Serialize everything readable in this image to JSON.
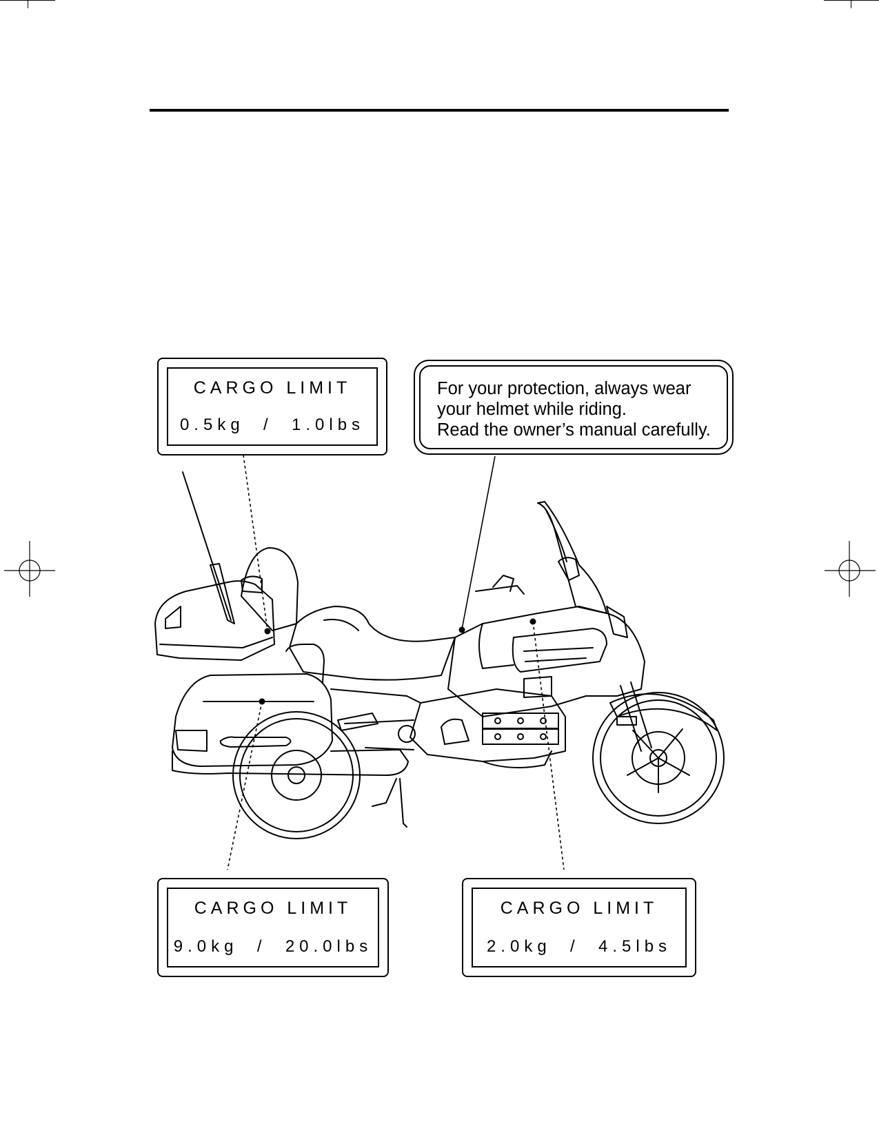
{
  "labels": {
    "rear_top": {
      "title": "CARGO LIMIT",
      "value": "0.5kg  /  1.0lbs"
    },
    "saddlebag": {
      "title": "CARGO LIMIT",
      "value": "9.0kg  /  20.0lbs"
    },
    "fairing": {
      "title": "CARGO LIMIT",
      "value": "2.0kg  /  4.5lbs"
    },
    "helmet": {
      "lines": [
        "For your protection, always wear",
        "your helmet while riding.",
        "Read the owner’s manual carefully."
      ]
    }
  },
  "illustration": {
    "icon": "motorcycle-line-drawing"
  }
}
